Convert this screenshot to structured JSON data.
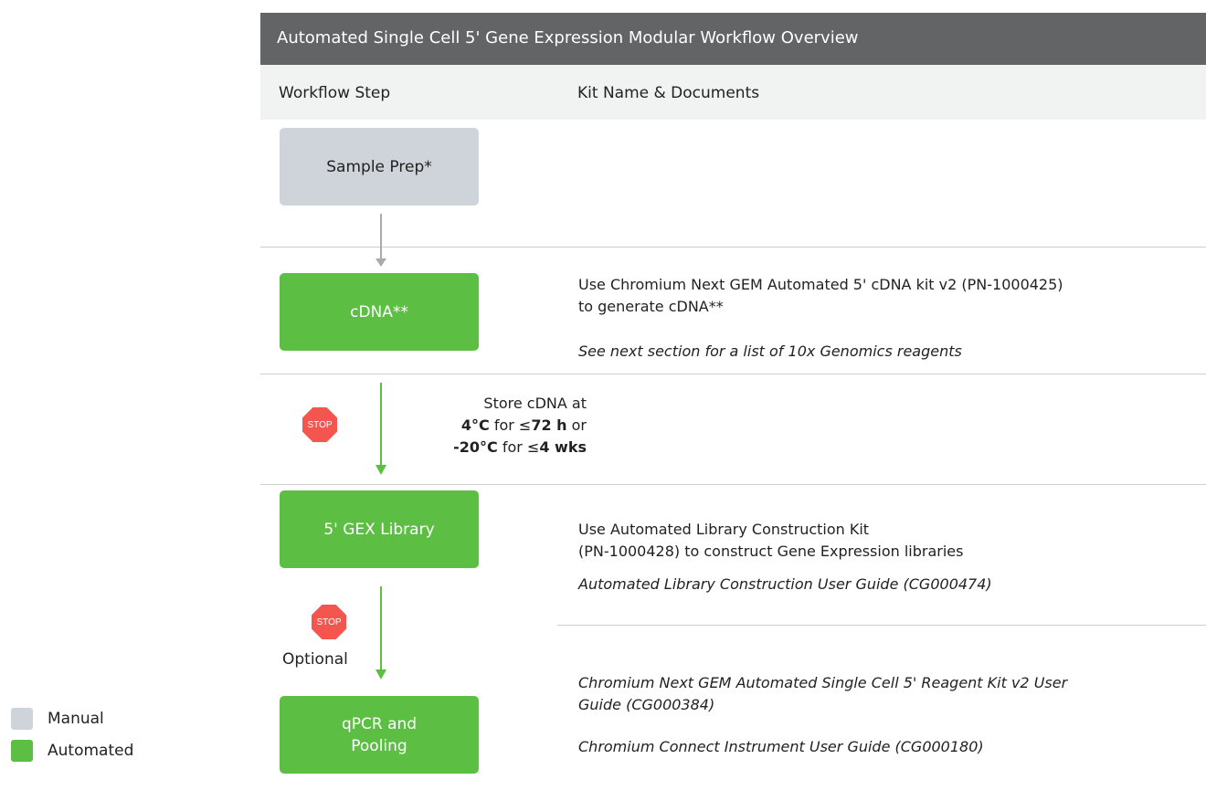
{
  "header": {
    "title": "Automated Single Cell 5' Gene Expression Modular Workflow Overview"
  },
  "columns": {
    "step": "Workflow Step",
    "kit": "Kit Name & Documents"
  },
  "steps": [
    {
      "label": "Sample Prep*",
      "type": "manual"
    },
    {
      "label": "cDNA**",
      "type": "automated"
    },
    {
      "label": "5' GEX Library",
      "type": "automated"
    },
    {
      "label_line1": "qPCR and",
      "label_line2": "Pooling",
      "type": "automated"
    }
  ],
  "cdna_docs": {
    "line1": "Use Chromium Next GEM Automated 5' cDNA kit v2  (PN-1000425)",
    "line2": "to generate cDNA**",
    "note": "See next section for a list of 10x Genomics reagents"
  },
  "storage": {
    "line1": "Store cDNA at",
    "temp1": "4°C",
    "for1": " for ≤",
    "dur1": "72 h",
    "or": " or",
    "temp2": "-20°C",
    "for2": " for ≤",
    "dur2": "4 wks",
    "stop_label": "STOP"
  },
  "library_docs": {
    "line1": "Use Automated Library Construction Kit",
    "line2": "(PN-1000428) to construct Gene Expression libraries",
    "guide": "Automated Library Construction User Guide (CG000474)"
  },
  "optional": {
    "stop_label": "STOP",
    "label": "Optional"
  },
  "pooling_docs": {
    "guide1_line1": "Chromium Next GEM Automated Single Cell 5' Reagent Kit v2 User",
    "guide1_line2": "Guide (CG000384)",
    "guide2": "Chromium Connect Instrument User Guide (CG000180)"
  },
  "legend": [
    {
      "label": "Manual",
      "color": "#ced4d9"
    },
    {
      "label": "Automated",
      "color": "#5cbf43"
    }
  ],
  "colors": {
    "header_bg": "#626465",
    "manual": "#ced4d9",
    "automated": "#5cbf43",
    "stop": "#f4554f",
    "arrow_gray": "#aaaaaa"
  }
}
